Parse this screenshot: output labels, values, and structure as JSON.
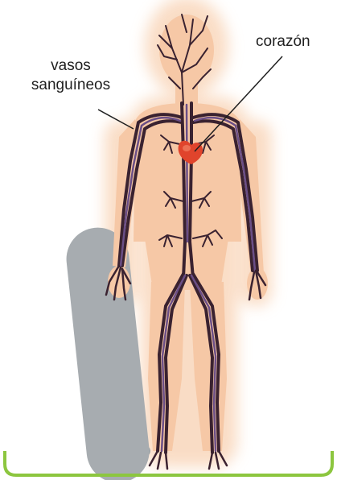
{
  "labels": {
    "vessels_line1": "vasos",
    "vessels_line2": "sanguíneos",
    "heart": "corazón"
  },
  "colors": {
    "skin_glow": "#f9d9bf",
    "body": "#f6c8a6",
    "vessel_dark": "#3a2230",
    "vessel_purple": "#6a4e86",
    "heart": "#e0442c",
    "skateboard": "#a7acb0",
    "frame_border": "#8cc63f"
  }
}
